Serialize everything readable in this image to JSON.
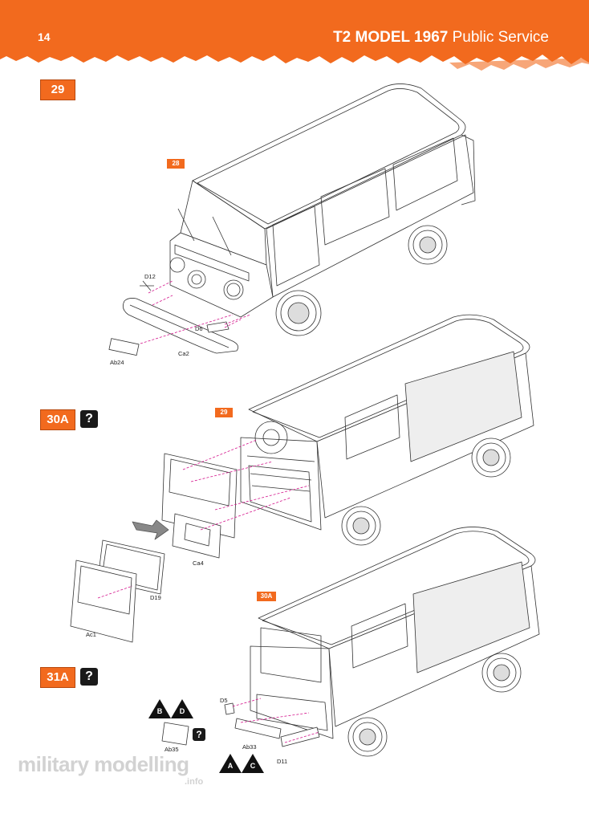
{
  "header": {
    "page_number": "14",
    "title_bold": "T2 MODEL 1967",
    "title_rest": " Public Service",
    "accent_color": "#f26a1e"
  },
  "steps": [
    {
      "label": "29",
      "refer": "28",
      "parts": [
        "D12",
        "D6",
        "Ca2",
        "Ab24"
      ]
    },
    {
      "label": "30A",
      "refer": "29",
      "parts": [
        "Ca4",
        "D19",
        "Ac1"
      ]
    },
    {
      "label": "31A",
      "refer": "30A",
      "parts": [
        "D5",
        "Ab35",
        "Ab33",
        "D11"
      ]
    }
  ],
  "help_icon": "?",
  "variant_markers": {
    "set1": [
      "B",
      "D"
    ],
    "set2": [
      "A",
      "C"
    ]
  },
  "watermark": {
    "main": "military modelling",
    "sub": ".info"
  }
}
